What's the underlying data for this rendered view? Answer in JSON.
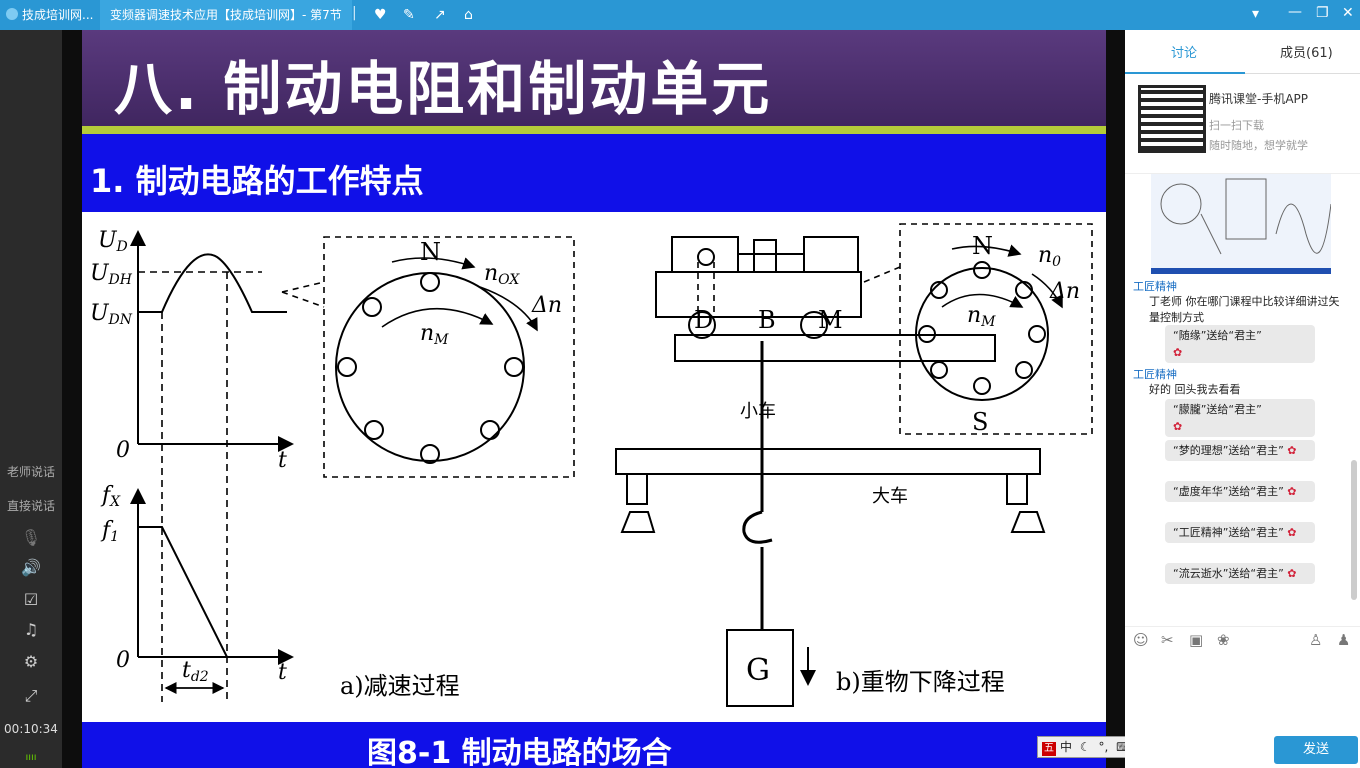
{
  "titlebar": {
    "app_tab": "技成培训网...",
    "course_tab": "变频器调速技术应用【技成培训网】- 第7节"
  },
  "left": {
    "teacher_speak": "老师说话",
    "direct_speak": "直接说话",
    "timer": "00:10:34"
  },
  "slide": {
    "title": "八. 制动电阻和制动单元",
    "subtitle": "1. 制动电路的工作特点",
    "caption": "图8-1 制动电路的场合",
    "fig_a": {
      "ud": "U",
      "ud_sub": "D",
      "udh": "U",
      "udh_sub": "DH",
      "udn": "U",
      "udn_sub": "DN",
      "zero": "0",
      "t": "t",
      "fx": "f",
      "fx_sub": "X",
      "f1": "f",
      "f1_sub": "1",
      "td2": "t",
      "td2_sub": "d2",
      "n_label": "N",
      "nox": "n",
      "nox_sub": "OX",
      "nm": "n",
      "nm_sub": "M",
      "dn": "Δn",
      "label": "a)减速过程"
    },
    "fig_b": {
      "d": "D",
      "b": "B",
      "m": "M",
      "cart": "小车",
      "crane": "大车",
      "g": "G",
      "n_label": "N",
      "s_label": "S",
      "n0": "n",
      "n0_sub": "0",
      "nm": "n",
      "nm_sub": "M",
      "dn": "Δn",
      "label": "b)重物下降过程"
    }
  },
  "ime": {
    "mode": "中"
  },
  "panel": {
    "tab_discuss": "讨论",
    "tab_members": "成员(61)",
    "promo_title": "腾讯课堂-手机APP",
    "promo_line1": "扫一扫下载",
    "promo_line2": "随时随地，想学就学",
    "chat": [
      {
        "name": "工匠精神",
        "text": "丁老师   你在哪门课程中比较详细讲过矢量控制方式"
      },
      {
        "gift": "“随缘”送给“君主”"
      },
      {
        "name": "工匠精神",
        "text": "好的   回头我去看看"
      },
      {
        "gift": "“朦朧”送给“君主”"
      },
      {
        "gift": "“梦的理想”送给“君主”"
      },
      {
        "gift": "“虚度年华”送给“君主”"
      },
      {
        "gift": "“工匠精神”送给“君主”"
      },
      {
        "gift": "“流云逝水”送给“君主”"
      }
    ],
    "send": "发送"
  }
}
